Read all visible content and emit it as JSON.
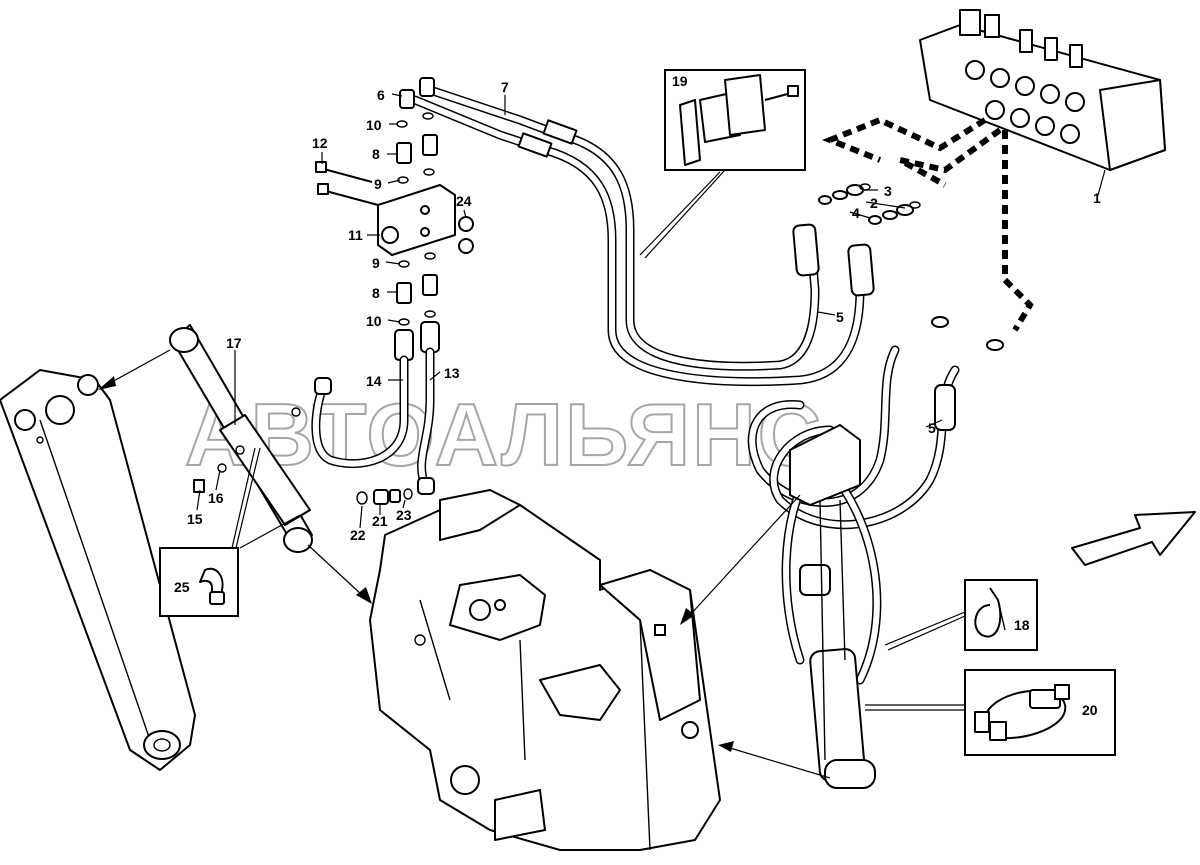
{
  "watermark": "АВТОАЛЬЯНС",
  "callouts": {
    "p1": "1",
    "p2": "2",
    "p3": "3",
    "p4": "4",
    "p5a": "5",
    "p5b": "5",
    "p6": "6",
    "p7": "7",
    "p8a": "8",
    "p8b": "8",
    "p9a": "9",
    "p9b": "9",
    "p10a": "10",
    "p10b": "10",
    "p11": "11",
    "p12": "12",
    "p13": "13",
    "p14": "14",
    "p15": "15",
    "p16": "16",
    "p17": "17",
    "p18": "18",
    "p19": "19",
    "p20": "20",
    "p21": "21",
    "p22": "22",
    "p23": "23",
    "p24": "24",
    "p25": "25"
  },
  "icons": [
    "control-valve-icon",
    "hydraulic-cylinder-icon",
    "boom-arm-icon",
    "frame-bracket-icon",
    "direction-arrow-icon",
    "hose-clamp-icon",
    "cable-tie-icon",
    "elbow-fitting-icon"
  ]
}
